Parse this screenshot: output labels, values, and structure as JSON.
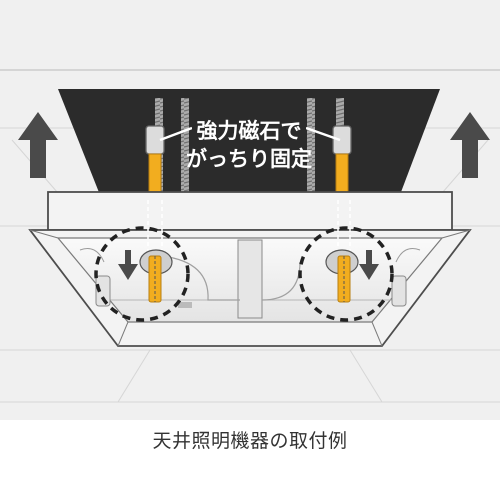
{
  "callout": {
    "line1": "強力磁石で",
    "line2": "がっちり固定"
  },
  "caption": "天井照明機器の取付例",
  "colors": {
    "magnet_rod": "#f2ad1f",
    "ceiling_dark": "#2b2b2b",
    "arrow_gray": "#4a4a4a",
    "fixture_body": "#f3f3f3",
    "outline": "#4d4d4d"
  }
}
